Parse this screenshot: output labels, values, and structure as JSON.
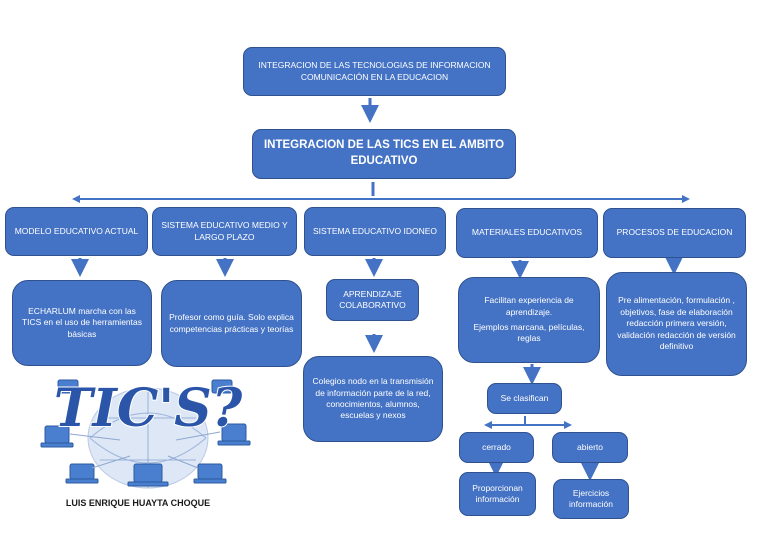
{
  "title": "INTEGRACION DE LAS TECNOLOGIAS DE INFORMACION COMUNICACIÓN EN LA EDUCACION",
  "subtitle": "INTEGRACION DE LAS TICS EN EL AMBITO EDUCATIVO",
  "branches": [
    {
      "heading": "MODELO EDUCATIVO ACTUAL",
      "detail": "ECHARLUM marcha con las TICS en el uso de herramientas básicas"
    },
    {
      "heading": "SISTEMA EDUCATIVO MEDIO Y LARGO PLAZO",
      "detail": "Profesor como guía. Solo explica competencias prácticas y teorías"
    },
    {
      "heading": "SISTEMA EDUCATIVO IDONEO",
      "detail": "APRENDIZAJE COLABORATIVO",
      "detail2": "Colegios nodo en la transmisión de información parte de la red, conocimientos, alumnos, escuelas y nexos"
    },
    {
      "heading": "MATERIALES EDUCATIVOS",
      "detail": "Facilitan experiencia de aprendizaje.",
      "detail_extra": "Ejemplos marcana, películas, reglas",
      "classify": "Se clasifican",
      "types": [
        {
          "label": "cerrado",
          "desc": "Proporcionan información"
        },
        {
          "label": "abierto",
          "desc": "Ejercicios información"
        }
      ]
    },
    {
      "heading": "PROCESOS DE EDUCACION",
      "detail": "Pre alimentación, formulación , objetivos, fase de elaboración redacción primera versión, validación redacción de versión definitivo"
    }
  ],
  "logo_text": "TIC'S?",
  "author": "LUIS ENRIQUE HUAYTA CHOQUE",
  "colors": {
    "box_fill": "#4472c4",
    "box_border": "#2f528f",
    "connector": "#4472c4",
    "logo_text": "#2a55a8"
  }
}
